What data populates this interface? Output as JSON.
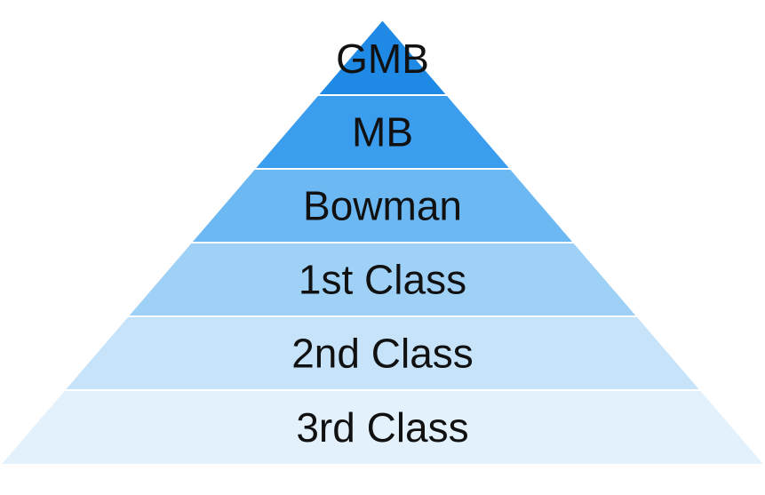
{
  "pyramid": {
    "tiers": [
      {
        "label": "GMB",
        "color": "#1f8ae6"
      },
      {
        "label": "MB",
        "color": "#3a9ded"
      },
      {
        "label": "Bowman",
        "color": "#6cb8f3"
      },
      {
        "label": "1st Class",
        "color": "#9fd1f7"
      },
      {
        "label": "2nd Class",
        "color": "#c6e3fa"
      },
      {
        "label": "3rd Class",
        "color": "#e3f1fc"
      }
    ]
  }
}
